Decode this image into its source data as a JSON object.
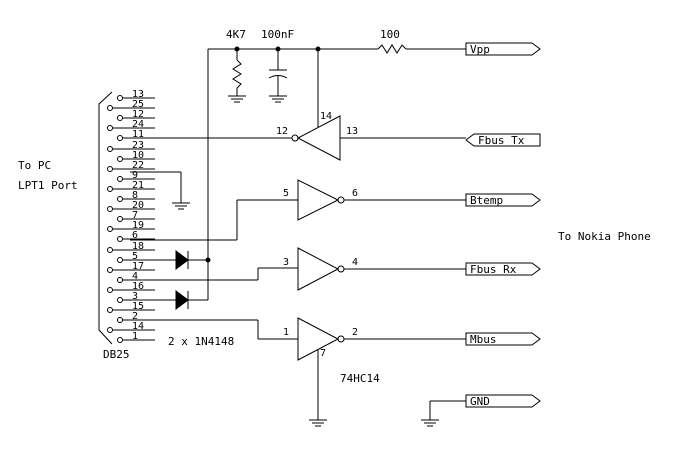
{
  "diagram": {
    "left_label_line1": "To PC",
    "left_label_line2": "LPT1 Port",
    "right_label": "To Nokia Phone",
    "connector_label": "DB25",
    "diodes_label": "2 x 1N4148",
    "ic_label": "74HC14",
    "r1_label": "4K7",
    "c1_label": "100nF",
    "r2_label": "100",
    "db_pins": [
      "13",
      "25",
      "12",
      "24",
      "11",
      "23",
      "10",
      "22",
      "9",
      "21",
      "8",
      "20",
      "7",
      "19",
      "6",
      "18",
      "5",
      "17",
      "4",
      "16",
      "3",
      "15",
      "2",
      "14",
      "1"
    ],
    "gates": [
      {
        "in_pin": "12",
        "out_pin": "13",
        "vcc_pin": "14"
      },
      {
        "in_pin": "5",
        "out_pin": "6"
      },
      {
        "in_pin": "3",
        "out_pin": "4"
      },
      {
        "in_pin": "1",
        "out_pin": "2",
        "gnd_pin": "7"
      }
    ],
    "signals": [
      "Vpp",
      "Fbus Tx",
      "Btemp",
      "Fbus Rx",
      "Mbus",
      "GND"
    ]
  }
}
